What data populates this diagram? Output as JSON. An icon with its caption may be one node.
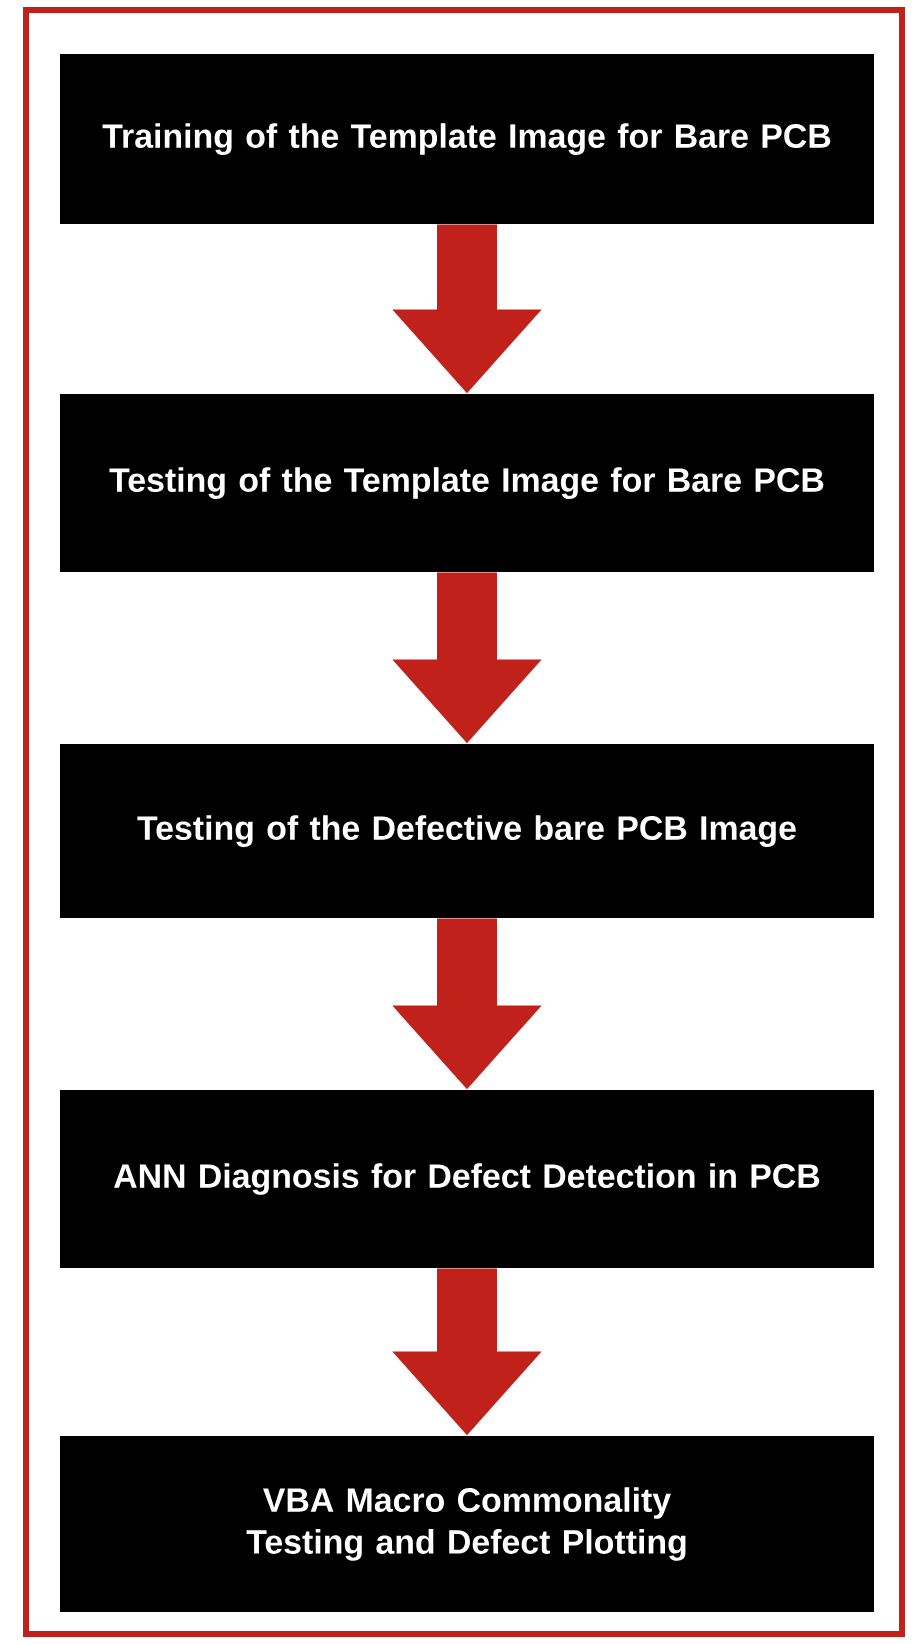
{
  "diagram": {
    "nodes": [
      {
        "text": [
          "Training of the Template Image for Bare PCB"
        ]
      },
      {
        "text": [
          "Testing of the Template Image for Bare PCB"
        ]
      },
      {
        "text": [
          "Testing of the Defective bare PCB Image"
        ]
      },
      {
        "text": [
          "ANN Diagnosis for Defect Detection in PCB"
        ]
      },
      {
        "text": [
          "VBA Macro Commonality Testing and Defect Plotting"
        ]
      }
    ],
    "edges": [
      {
        "from": 0,
        "to": 1,
        "arrow": "to"
      },
      {
        "from": 1,
        "to": 2,
        "arrow": "to"
      },
      {
        "from": 2,
        "to": 3,
        "arrow": "to"
      },
      {
        "from": 3,
        "to": 4,
        "arrow": "to"
      }
    ]
  }
}
